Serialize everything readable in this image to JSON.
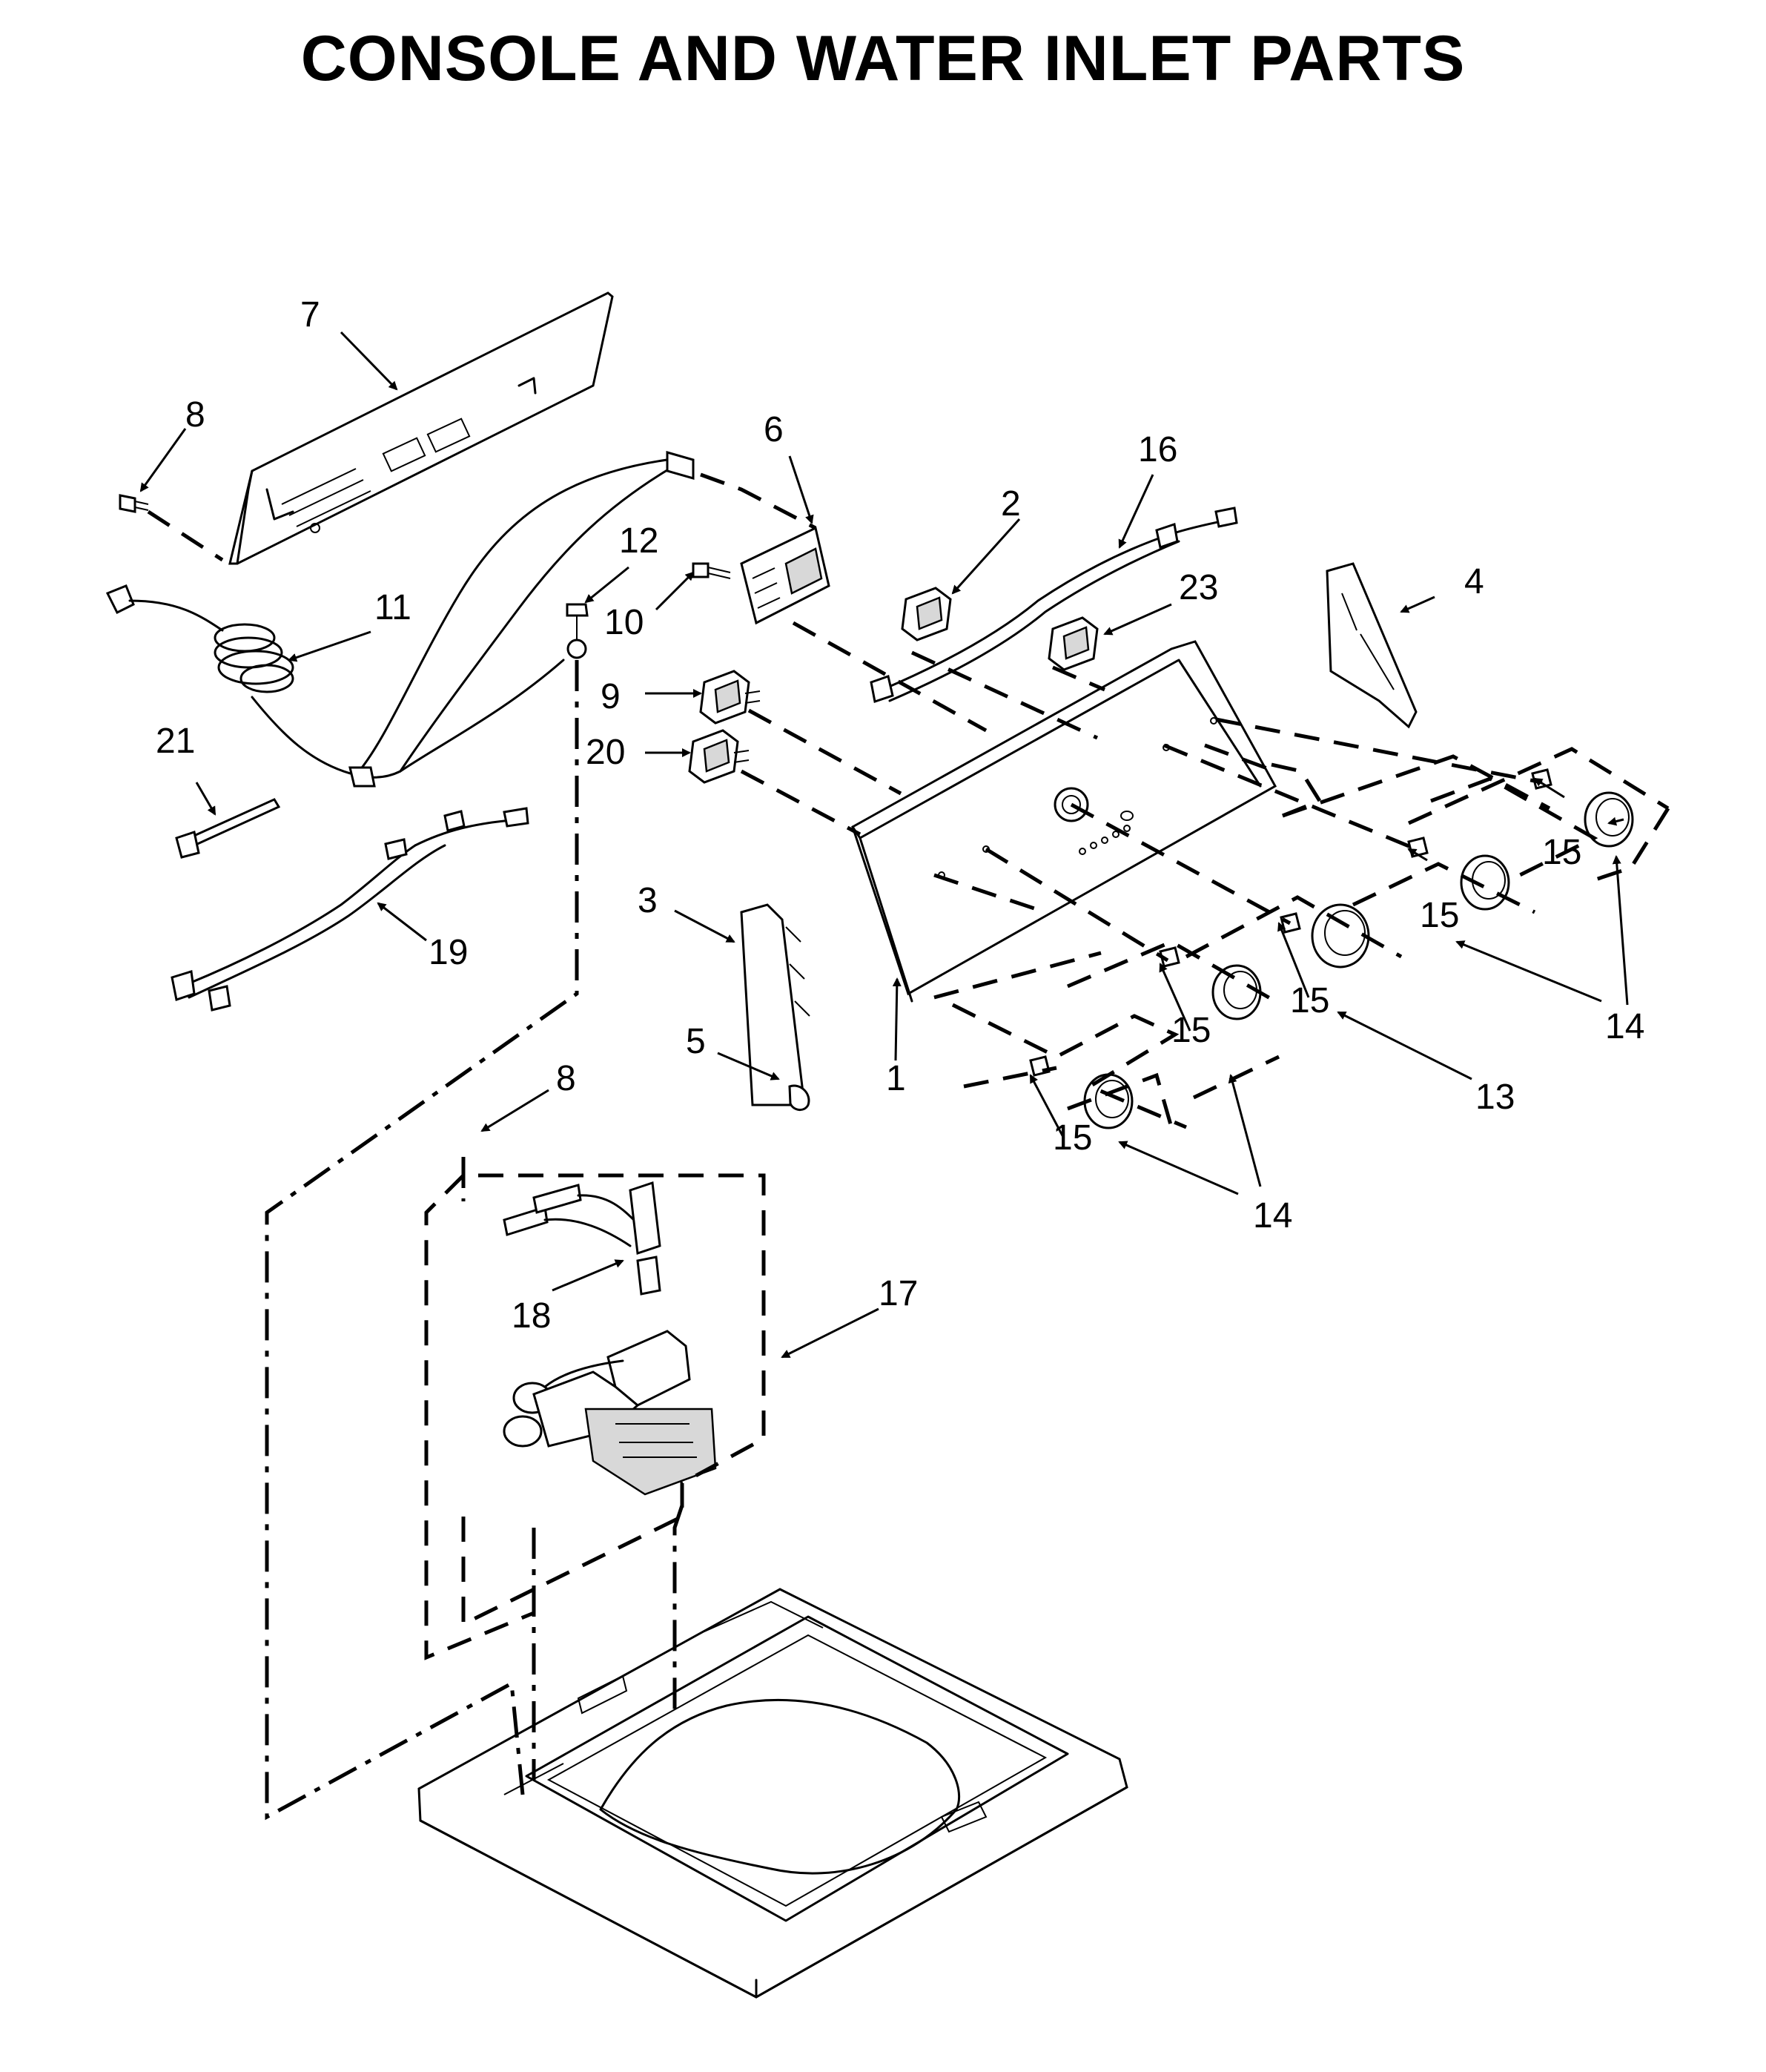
{
  "title": "CONSOLE AND WATER INLET PARTS",
  "callouts": [
    "7",
    "8",
    "6",
    "16",
    "2",
    "12",
    "23",
    "4",
    "11",
    "10",
    "9",
    "21",
    "20",
    "3",
    "19",
    "1",
    "5",
    "8",
    "15",
    "15",
    "15",
    "15",
    "15",
    "15",
    "13",
    "14",
    "14",
    "14",
    "18",
    "17"
  ]
}
